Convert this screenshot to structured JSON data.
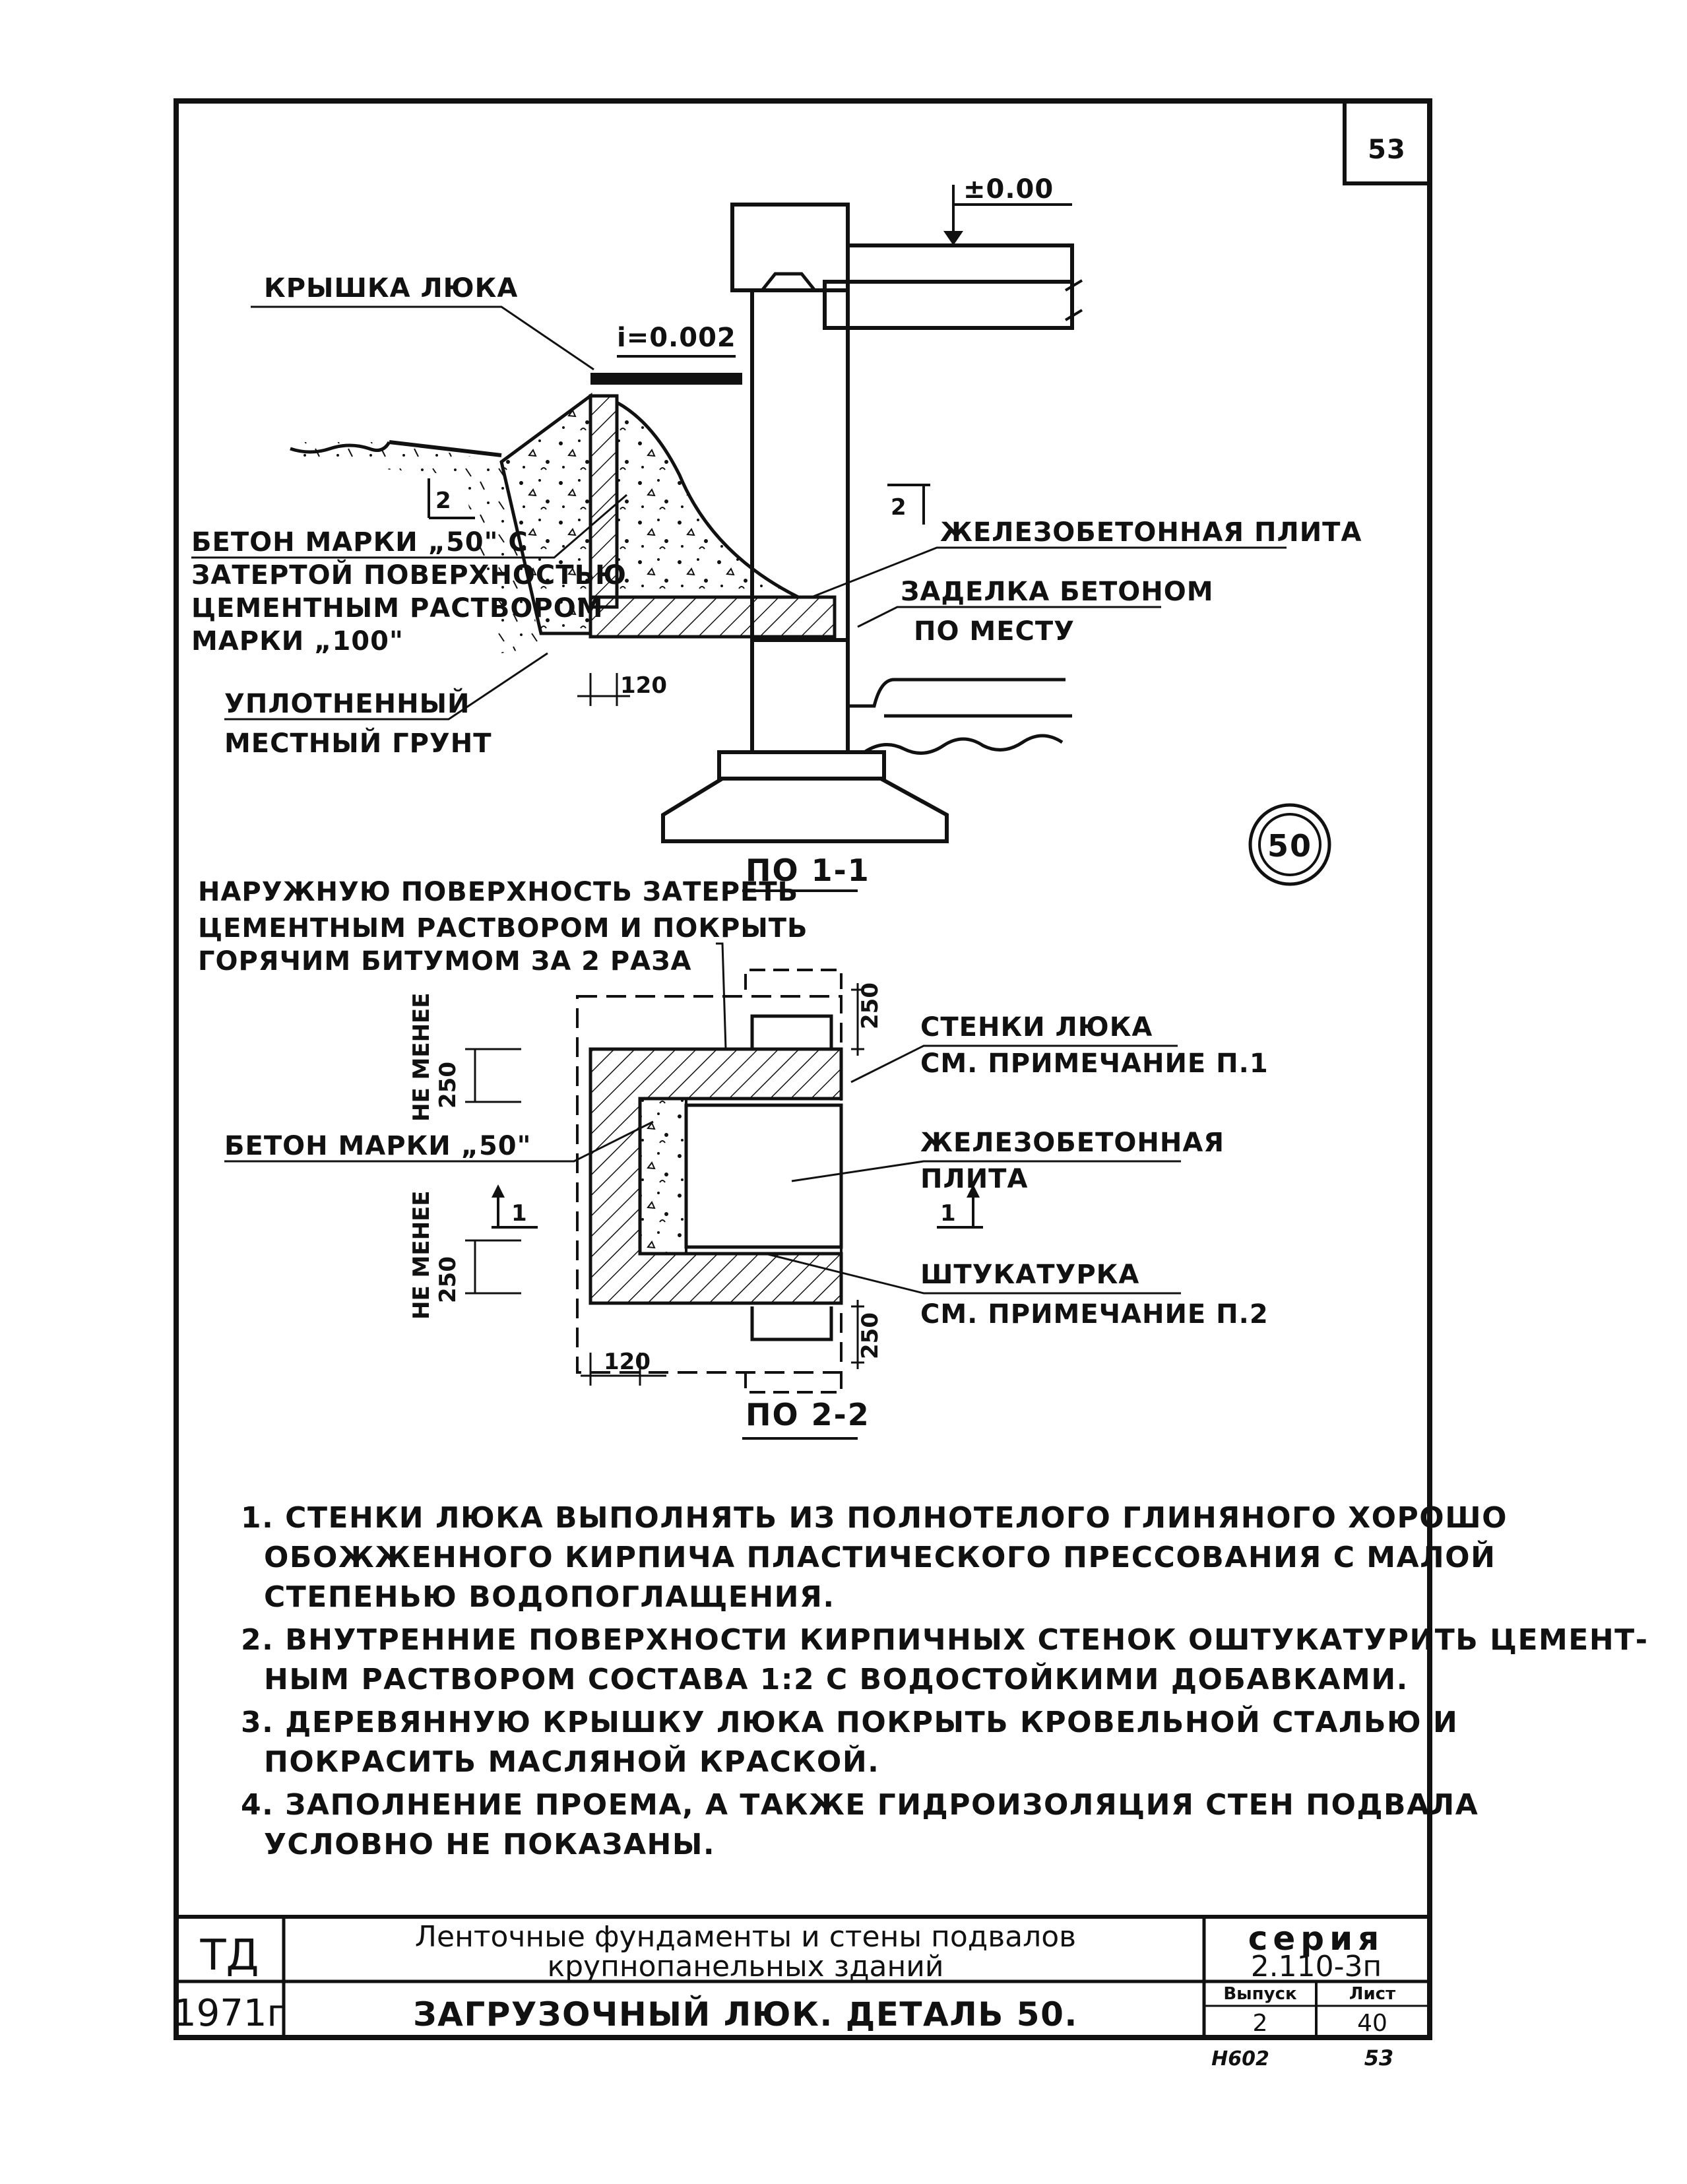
{
  "sheet": {
    "page_number": "53",
    "detail_circle": "50",
    "footer_left": "Н602",
    "footer_right": "53"
  },
  "section_1_1": {
    "title": "ПО 1-1",
    "level_mark": "±0.00",
    "slope": "i=0.002",
    "labels": {
      "cover": "КРЫШКА ЛЮКА",
      "concrete_1": "БЕТОН МАРКИ „50\" С",
      "concrete_2": "ЗАТЕРТОЙ ПОВЕРХНОСТЬЮ",
      "concrete_3": "ЦЕМЕНТНЫМ РАСТВОРОМ",
      "concrete_4": "МАРКИ „100\"",
      "soil_1": "УПЛОТНЕННЫЙ",
      "soil_2": "МЕСТНЫЙ ГРУНТ",
      "slab": "ЖЕЛЕЗОБЕТОННАЯ ПЛИТА",
      "grout_1": "ЗАДЕЛКА БЕТОНОМ",
      "grout_2": "ПО МЕСТУ"
    },
    "cut_left": "2",
    "cut_right": "2",
    "dim_120": "120"
  },
  "section_2_2": {
    "title": "ПО 2-2",
    "labels": {
      "outer_1": "НАРУЖНУЮ ПОВЕРХНОСТЬ ЗАТЕРЕТЬ",
      "outer_2": "ЦЕМЕНТНЫМ РАСТВОРОМ И ПОКРЫТЬ",
      "outer_3": "ГОРЯЧИМ БИТУМОМ ЗА 2 РАЗА",
      "walls_1": "СТЕНКИ ЛЮКА",
      "walls_2": "СМ. ПРИМЕЧАНИЕ П.1",
      "concrete": "БЕТОН МАРКИ „50\"",
      "slab_1": "ЖЕЛЕЗОБЕТОННАЯ",
      "slab_2": "ПЛИТА",
      "plaster_1": "ШТУКАТУРКА",
      "plaster_2": "СМ. ПРИМЕЧАНИЕ П.2",
      "min_250_top": "НЕ МЕНЕЕ",
      "min_250_top_val": "250",
      "min_250_bot": "НЕ МЕНЕЕ",
      "min_250_bot_val": "250"
    },
    "cut_left": "1",
    "cut_right": "1",
    "dim_250_top": "250",
    "dim_250_bot": "250",
    "dim_120": "120"
  },
  "notes": [
    {
      "l1": "1. СТЕНКИ ЛЮКА ВЫПОЛНЯТЬ ИЗ ПОЛНОТЕЛОГО ГЛИНЯНОГО ХОРОШО",
      "l2": "ОБОЖЖЕННОГО КИРПИЧА ПЛАСТИЧЕСКОГО ПРЕССОВАНИЯ С МАЛОЙ",
      "l3": "СТЕПЕНЬЮ ВОДОПОГЛАЩЕНИЯ."
    },
    {
      "l1": "2. ВНУТРЕННИЕ ПОВЕРХНОСТИ КИРПИЧНЫХ СТЕНОК ОШТУКАТУРИТЬ ЦЕМЕНТ-",
      "l2": "НЫМ РАСТВОРОМ СОСТАВА 1:2 С ВОДОСТОЙКИМИ ДОБАВКАМИ."
    },
    {
      "l1": "3. ДЕРЕВЯННУЮ КРЫШКУ ЛЮКА ПОКРЫТЬ КРОВЕЛЬНОЙ СТАЛЬЮ И",
      "l2": "ПОКРАСИТЬ МАСЛЯНОЙ КРАСКОЙ."
    },
    {
      "l1": "4. ЗАПОЛНЕНИЕ ПРОЕМА, А ТАКЖЕ ГИДРОИЗОЛЯЦИЯ СТЕН ПОДВАЛА",
      "l2": "УСЛОВНО НЕ ПОКАЗАНЫ."
    }
  ],
  "title_block": {
    "org": "ТД",
    "year": "1971г",
    "title_1": "Ленточные фундаменты и стены подвалов",
    "title_2": "крупнопанельных зданий",
    "sheet_title": "ЗАГРУЗОЧНЫЙ ЛЮК. ДЕТАЛЬ 50.",
    "series_label": "серия",
    "series_value": "2.110-3п",
    "issue_label": "Выпуск",
    "issue_value": "2",
    "list_label": "Лист",
    "list_value": "40"
  }
}
